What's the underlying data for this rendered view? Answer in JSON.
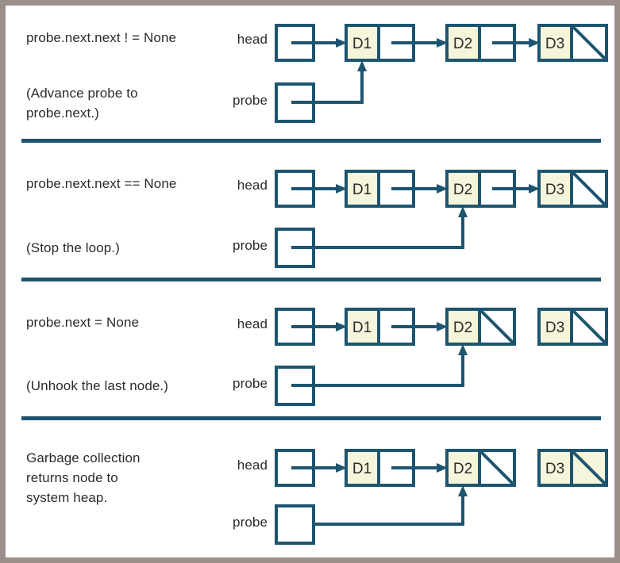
{
  "figure": {
    "title": "Linked list deletion of last node — probe traversal steps",
    "frame_color": "#9b8f8b",
    "background": "#ffffff",
    "ink_color": "#1d5570",
    "node_data_fill": "#f5f5dc",
    "node_next_fill": "#ffffff",
    "text_color": "#2b2b2b"
  },
  "panels": [
    {
      "id": "panel-1",
      "condition_text": "probe.next.next ! = None",
      "note_text": "(Advance probe to\nprobe.next.)",
      "head_label": "head",
      "probe_label": "probe",
      "nodes": [
        {
          "data": "D1",
          "next_is_null": false,
          "null_cell_filled": false,
          "detached": false
        },
        {
          "data": "D2",
          "next_is_null": false,
          "null_cell_filled": false,
          "detached": false
        },
        {
          "data": "D3",
          "next_is_null": true,
          "null_cell_filled": false,
          "detached": false
        }
      ],
      "probe_target_index": 0,
      "head_target_index": 0
    },
    {
      "id": "panel-2",
      "condition_text": "probe.next.next == None",
      "note_text": "(Stop the loop.)",
      "head_label": "head",
      "probe_label": "probe",
      "nodes": [
        {
          "data": "D1",
          "next_is_null": false,
          "null_cell_filled": false,
          "detached": false
        },
        {
          "data": "D2",
          "next_is_null": false,
          "null_cell_filled": false,
          "detached": false
        },
        {
          "data": "D3",
          "next_is_null": true,
          "null_cell_filled": false,
          "detached": false
        }
      ],
      "probe_target_index": 1,
      "head_target_index": 0
    },
    {
      "id": "panel-3",
      "condition_text": "probe.next  =  None",
      "note_text": "(Unhook the last node.)",
      "head_label": "head",
      "probe_label": "probe",
      "nodes": [
        {
          "data": "D1",
          "next_is_null": false,
          "null_cell_filled": false,
          "detached": false
        },
        {
          "data": "D2",
          "next_is_null": true,
          "null_cell_filled": false,
          "detached": false
        },
        {
          "data": "D3",
          "next_is_null": true,
          "null_cell_filled": false,
          "detached": true
        }
      ],
      "probe_target_index": 1,
      "head_target_index": 0
    },
    {
      "id": "panel-4",
      "condition_text": "Garbage collection\nreturns node to\nsystem heap.",
      "note_text": "",
      "head_label": "head",
      "probe_label": "probe",
      "nodes": [
        {
          "data": "D1",
          "next_is_null": false,
          "null_cell_filled": false,
          "detached": false
        },
        {
          "data": "D2",
          "next_is_null": true,
          "null_cell_filled": false,
          "detached": false
        },
        {
          "data": "D3",
          "next_is_null": true,
          "null_cell_filled": true,
          "detached": true
        }
      ],
      "probe_target_index": 1,
      "head_target_index": 0
    }
  ]
}
